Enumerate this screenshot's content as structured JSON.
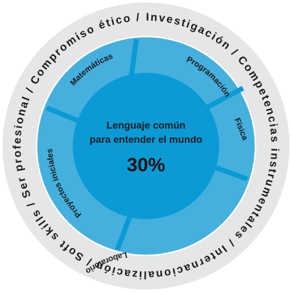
{
  "outer_ring": {
    "text": "Investigación  /  Competencias instrumentales  /  Internacionalización  /  Soft skills  /  Ser profesional  /  Compromiso ético  /"
  },
  "segments": [
    {
      "label": "Programación"
    },
    {
      "label": "Física"
    },
    {
      "label": "Laboratorio"
    },
    {
      "label": "Proyectos iniciales"
    },
    {
      "label": "Matemáticas"
    }
  ],
  "center": {
    "line1": "Lenguaje común",
    "line2": "para entender el mundo",
    "value": "30%"
  },
  "colors": {
    "outer_ring": "#e6e6e6",
    "segment": "#45b0de",
    "separator": "#0a9ad5",
    "center": "#0a9ad5"
  }
}
